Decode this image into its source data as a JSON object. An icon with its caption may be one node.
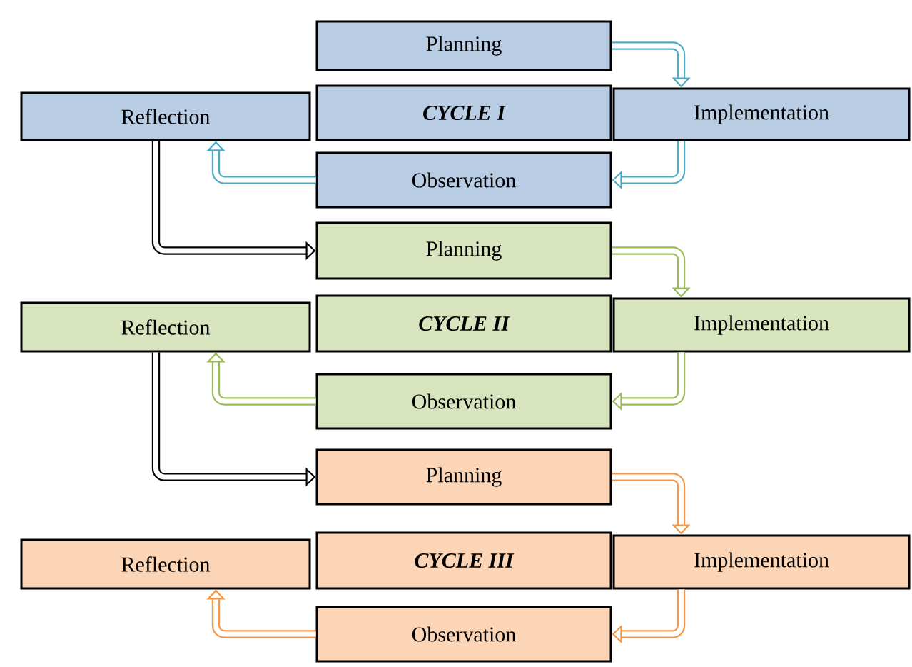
{
  "diagram": {
    "nodes": [
      {
        "text": [
          "Planning"
        ]
      },
      {
        "text": [
          "Reflection"
        ]
      },
      {
        "text": [
          "CYCLE I"
        ]
      },
      {
        "text": [
          "Implementation"
        ]
      },
      {
        "text": [
          "Observation"
        ]
      },
      {
        "text": [
          "Planning"
        ]
      },
      {
        "text": [
          "Reflection"
        ]
      },
      {
        "text": [
          "CYCLE II"
        ]
      },
      {
        "text": [
          "Implementation"
        ]
      },
      {
        "text": [
          "Observation"
        ]
      },
      {
        "text": [
          "Planning"
        ]
      },
      {
        "text": [
          "Reflection"
        ]
      },
      {
        "text": [
          "CYCLE III"
        ]
      },
      {
        "text": [
          "Implementation"
        ]
      },
      {
        "text": [
          "Observation"
        ]
      }
    ],
    "edges": [
      {
        "from": 0,
        "to": 3,
        "arrow": "to",
        "color": "#4bacc6"
      },
      {
        "from": 3,
        "to": 4,
        "arrow": "to",
        "color": "#4bacc6"
      },
      {
        "from": 4,
        "to": 1,
        "arrow": "to",
        "color": "#4bacc6"
      },
      {
        "from": 1,
        "to": 5,
        "arrow": "to",
        "color": "#000000"
      },
      {
        "from": 5,
        "to": 8,
        "arrow": "to",
        "color": "#9bbb59"
      },
      {
        "from": 8,
        "to": 9,
        "arrow": "to",
        "color": "#9bbb59"
      },
      {
        "from": 9,
        "to": 6,
        "arrow": "to",
        "color": "#9bbb59"
      },
      {
        "from": 6,
        "to": 10,
        "arrow": "to",
        "color": "#000000"
      },
      {
        "from": 10,
        "to": 13,
        "arrow": "to",
        "color": "#f79646"
      },
      {
        "from": 13,
        "to": 14,
        "arrow": "to",
        "color": "#f79646"
      },
      {
        "from": 14,
        "to": 11,
        "arrow": "to",
        "color": "#f79646"
      }
    ]
  }
}
